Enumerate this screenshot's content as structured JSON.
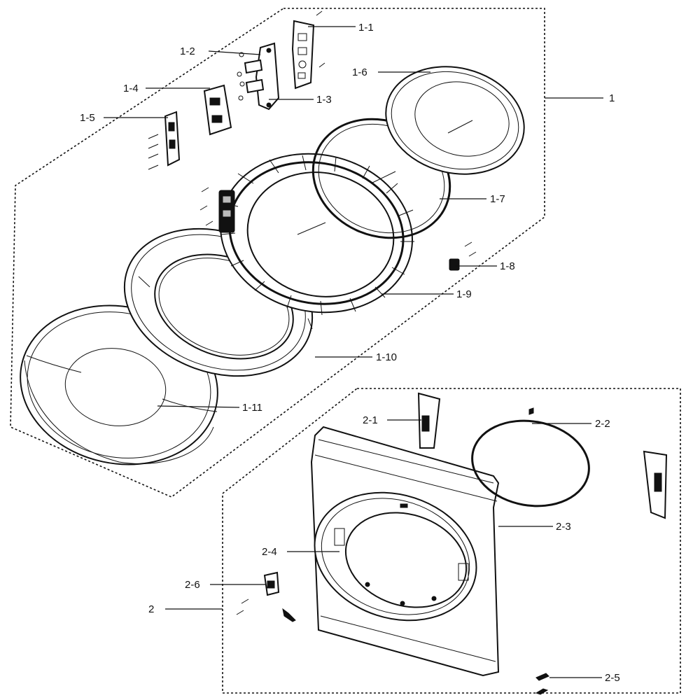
{
  "labels": {
    "assembly_1": "1",
    "p1_1": "1-1",
    "p1_2": "1-2",
    "p1_3": "1-3",
    "p1_4": "1-4",
    "p1_5": "1-5",
    "p1_6": "1-6",
    "p1_7": "1-7",
    "p1_8": "1-8",
    "p1_9": "1-9",
    "p1_10": "1-10",
    "p1_11": "1-11",
    "assembly_2": "2",
    "p2_1": "2-1",
    "p2_2": "2-2",
    "p2_3": "2-3",
    "p2_4": "2-4",
    "p2_5": "2-5",
    "p2_6": "2-6"
  }
}
